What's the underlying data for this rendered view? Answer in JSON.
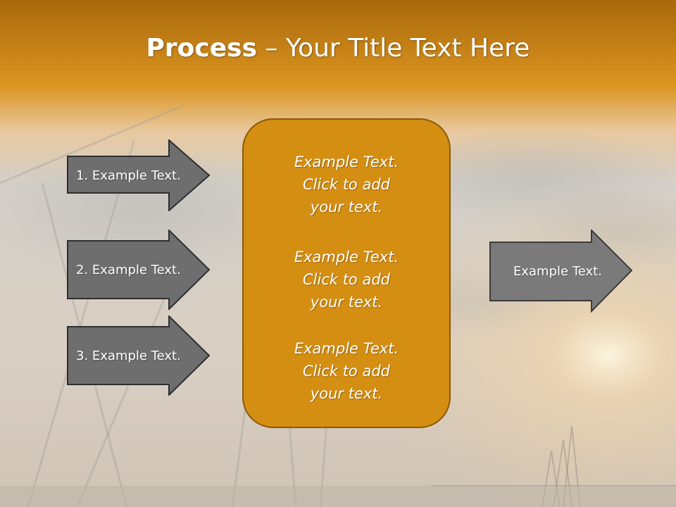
{
  "title": {
    "bold": "Process",
    "rest": " – Your Title Text Here"
  },
  "left_arrows": [
    {
      "label": "1. Example Text."
    },
    {
      "label": "2. Example Text."
    },
    {
      "label": "3. Example Text."
    }
  ],
  "center": {
    "blocks": [
      {
        "lines": [
          "Example Text.",
          "Click  to add",
          "your text."
        ]
      },
      {
        "lines": [
          "Example Text.",
          "Click  to add",
          "your text."
        ]
      },
      {
        "lines": [
          "Example Text.",
          "Click  to add",
          "your text."
        ]
      }
    ]
  },
  "right_arrow": {
    "label": "Example Text."
  },
  "colors": {
    "title_band": "#D8901C",
    "center_fill": "#D48E12",
    "arrow_fill": "#6E6E6E",
    "right_arrow_fill": "#7A7A7A"
  }
}
